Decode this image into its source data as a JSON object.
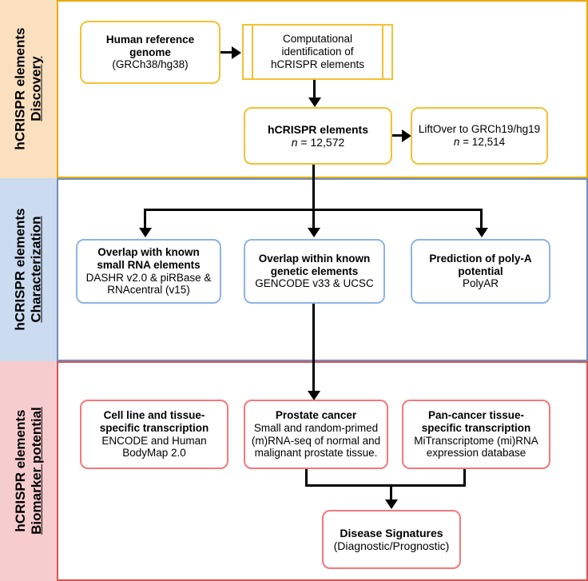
{
  "figure": {
    "type": "flowchart",
    "orientation": "top-to-bottom",
    "sections": [
      {
        "id": "discovery",
        "label_line1": "hCRISPR elements",
        "label_line2": "Discovery",
        "band_color": "#FBE0C0",
        "border_color": "#E8A900",
        "node_border_color": "#F2C232"
      },
      {
        "id": "characterization",
        "label_line1": "hCRISPR elements",
        "label_line2": "Characterization",
        "band_color": "#CBDBF0",
        "border_color": "#6E8FC4",
        "node_border_color": "#8EB4E3"
      },
      {
        "id": "biomarker",
        "label_line1": "hCRISPR elements",
        "label_line2": "Biomarker potential",
        "band_color": "#F7CCCE",
        "border_color": "#D9534F",
        "node_border_color": "#F4787C"
      }
    ]
  },
  "discovery": {
    "human_reference_genome": {
      "title": "Human reference",
      "title2": "genome",
      "subtitle": "(GRCh38/hg38)"
    },
    "computational_identification": {
      "line1": "Computational",
      "line2": "identification of",
      "line3": "hCRISPR elements",
      "shape": "predefined-process"
    },
    "hcrispr_elements": {
      "title": "hCRISPR elements",
      "count_label": "n",
      "count_value": "= 12,572"
    },
    "liftover": {
      "title": "LiftOver to GRCh19/hg19",
      "count_label": "n",
      "count_value": "= 12,514"
    }
  },
  "characterization": {
    "small_rna": {
      "title1": "Overlap with known",
      "title2": "small RNA elements",
      "sub1": "DASHR v2.0 & piRBase &",
      "sub2": "RNAcentral (v15)"
    },
    "genetic_elements": {
      "title1": "Overlap within known",
      "title2": "genetic elements",
      "sub1": "GENCODE v33 & UCSC"
    },
    "polya": {
      "title1": "Prediction of poly-A",
      "title2": "potential",
      "sub1": "PolyAR"
    }
  },
  "biomarker": {
    "cell_line_tissue": {
      "title1": "Cell line and tissue-",
      "title2": "specific transcription",
      "sub1": "ENCODE and Human",
      "sub2": "BodyMap 2.0"
    },
    "prostate_cancer": {
      "title1": "Prostate cancer",
      "sub1": "Small and random-primed",
      "sub2": "(m)RNA-seq of normal and",
      "sub3": "malignant prostate tissue."
    },
    "pan_cancer": {
      "title1": "Pan-cancer tissue-",
      "title2": "specific transcription",
      "sub1": "MiTranscriptome (mi)RNA",
      "sub2": "expression database"
    },
    "disease_signatures": {
      "title1": "Disease Signatures",
      "sub1": "(Diagnostic/Prognostic)"
    }
  }
}
